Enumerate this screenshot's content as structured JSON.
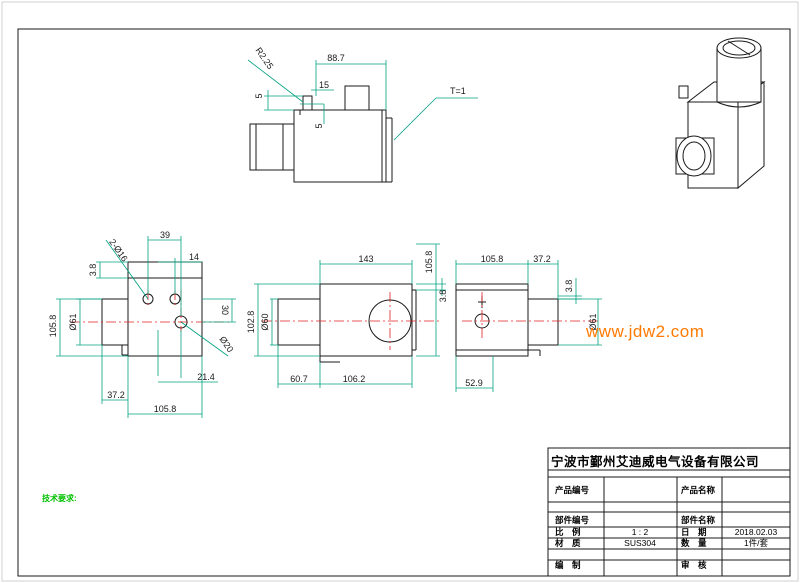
{
  "watermark": "www.jdw2.com",
  "tech_requirements": "技术要求:",
  "title_block": {
    "company": "宁波市鄞州艾迪威电气设备有限公司",
    "product_code_label": "产品编号",
    "product_name_label": "产品名称",
    "part_code_label": "部件编号",
    "part_name_label": "部件名称",
    "scale_label": "比　例",
    "scale_value": "1 : 2",
    "date_label": "日　期",
    "date_value": "2018.02.03",
    "material_label": "材　质",
    "material_value": "SUS304",
    "quantity_label": "数　量",
    "quantity_value": "1件/套",
    "drawn_label": "编　制",
    "checked_label": "审　核"
  },
  "dims": {
    "top": {
      "r": "R2.25",
      "w": "88.7",
      "h5a": "5",
      "d15": "15",
      "h5b": "5",
      "t": "T=1"
    },
    "left": {
      "holes": "2-Ø16",
      "d39": "39",
      "d14": "14",
      "d38": "3.8",
      "h1058": "105.8",
      "phi61": "Ø61",
      "d30": "30",
      "phi20": "Ø20",
      "d214": "21.4",
      "d372": "37.2",
      "w1058": "105.8"
    },
    "mid": {
      "d143": "143",
      "h1058": "105.8",
      "h1028": "102.8",
      "phi60": "Ø60",
      "d38": "3.8",
      "d607": "60.7",
      "d1062": "106.2"
    },
    "right": {
      "w1058": "105.8",
      "d372": "37.2",
      "d38": "3.8",
      "phi61": "Ø61",
      "d529": "52.9"
    }
  }
}
